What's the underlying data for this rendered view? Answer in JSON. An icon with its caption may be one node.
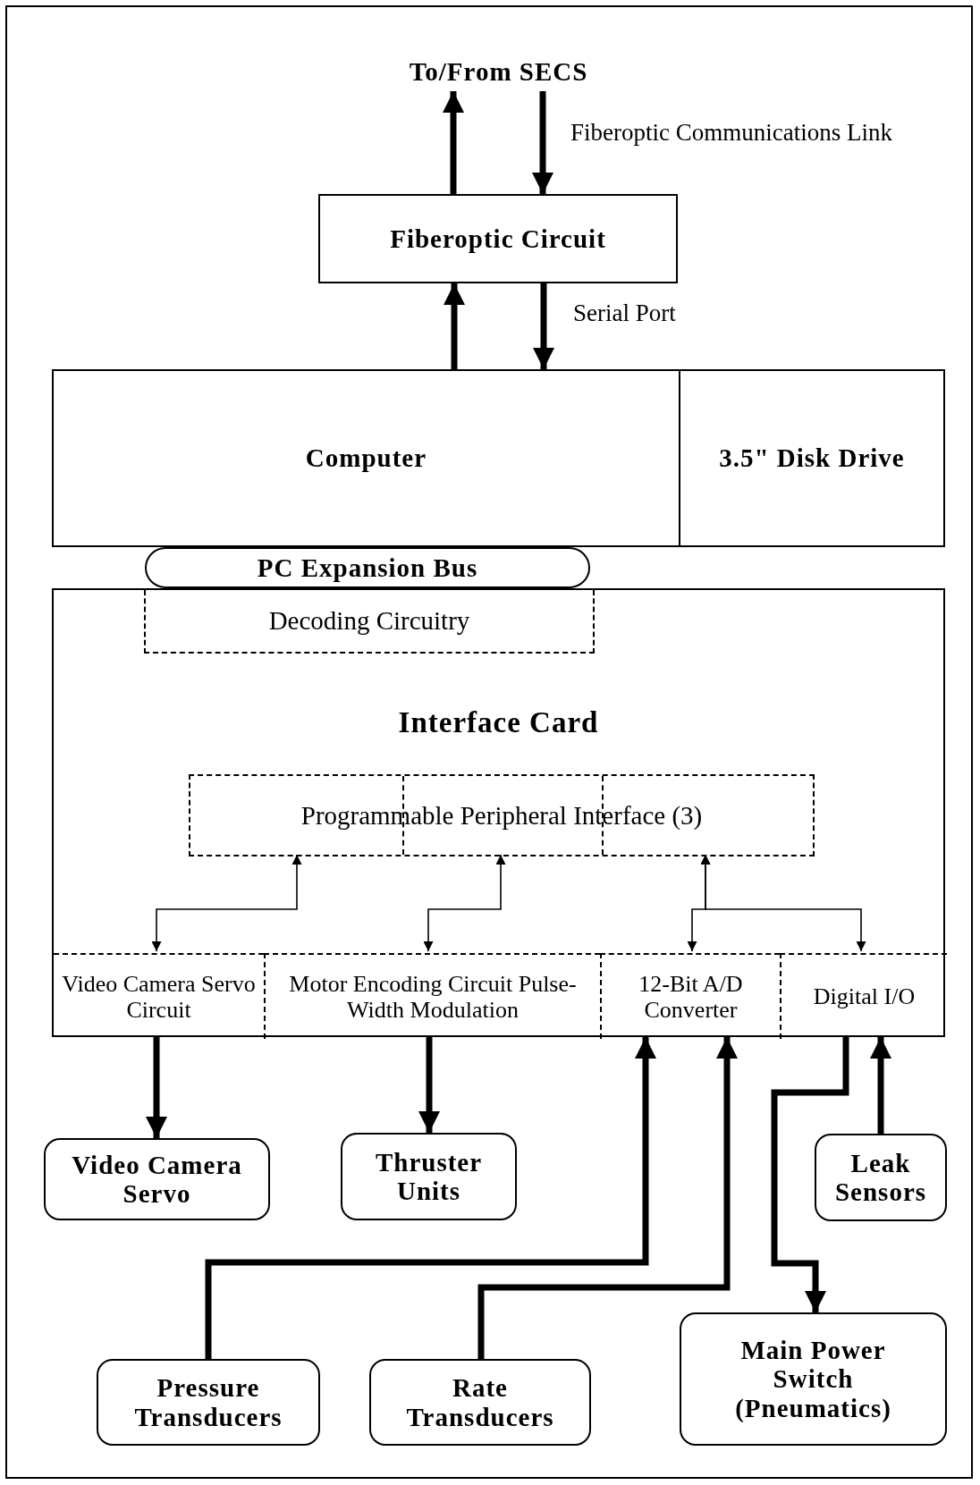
{
  "diagram": {
    "nodes": [
      {
        "text": [
          "To/From SECS"
        ]
      },
      {
        "text": [
          "Fiberoptic Circuit"
        ]
      },
      {
        "text": [
          "Computer"
        ]
      },
      {
        "text": [
          "3.5\" Disk Drive"
        ]
      },
      {
        "text": [
          "PC Expansion Bus"
        ]
      },
      {
        "text": [
          "Interface Card"
        ]
      },
      {
        "text": [
          "Decoding Circuitry"
        ],
        "in": 5
      },
      {
        "text": [
          "Programmable Peripheral Interface (3)"
        ],
        "in": 5
      },
      {
        "text": [
          "Video Camera Servo Circuit"
        ],
        "in": 5
      },
      {
        "text": [
          "Motor Encoding Circuit Pulse-Width Modulation"
        ],
        "in": 5
      },
      {
        "text": [
          "12-Bit A/D Converter"
        ],
        "in": 5
      },
      {
        "text": [
          "Digital I/O"
        ],
        "in": 5
      },
      {
        "text": [
          "Video Camera Servo"
        ]
      },
      {
        "text": [
          "Thruster Units"
        ]
      },
      {
        "text": [
          "Leak Sensors"
        ]
      },
      {
        "text": [
          "Pressure Transducers"
        ]
      },
      {
        "text": [
          "Rate Transducers"
        ]
      },
      {
        "text": [
          "Main Power Switch (Pneumatics)"
        ]
      }
    ],
    "edges": [
      {
        "from": 1,
        "to": 0,
        "arrow": "to"
      },
      {
        "from": 0,
        "to": 1,
        "arrow": "to",
        "label": "Fiberoptic Communications Link"
      },
      {
        "from": 2,
        "to": 1,
        "arrow": "to"
      },
      {
        "from": 1,
        "to": 2,
        "arrow": "to",
        "label": "Serial Port"
      },
      {
        "from": 7,
        "to": 8,
        "arrow": "both"
      },
      {
        "from": 7,
        "to": 9,
        "arrow": "both"
      },
      {
        "from": 7,
        "to": 10,
        "arrow": "both"
      },
      {
        "from": 7,
        "to": 11,
        "arrow": "both"
      },
      {
        "from": 8,
        "to": 12,
        "arrow": "to"
      },
      {
        "from": 9,
        "to": 13,
        "arrow": "to"
      },
      {
        "from": 15,
        "to": 10,
        "arrow": "to"
      },
      {
        "from": 16,
        "to": 10,
        "arrow": "to"
      },
      {
        "from": 11,
        "to": 17,
        "arrow": "to"
      },
      {
        "from": 14,
        "to": 11,
        "arrow": "to"
      }
    ]
  }
}
